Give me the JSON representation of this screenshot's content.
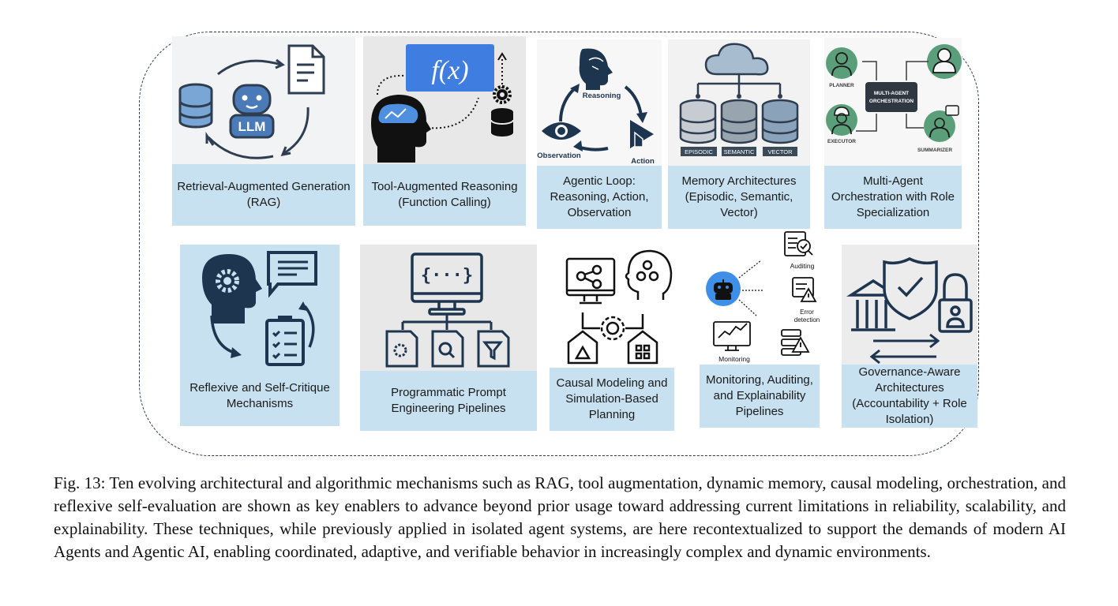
{
  "figure": {
    "panels": [
      {
        "id": "rag",
        "label": "Retrieval-Augmented Generation (RAG)",
        "icon_text": {
          "llm": "LLM"
        },
        "icons": [
          "database-icon",
          "robot-icon",
          "document-icon",
          "cycle-arrows-icon"
        ]
      },
      {
        "id": "tool",
        "label": "Tool-Augmented Reasoning (Function Calling)",
        "icon_text": {
          "fx": "f(x)"
        },
        "icons": [
          "head-brain-icon",
          "function-box-icon",
          "gear-icon",
          "database-icon"
        ]
      },
      {
        "id": "loop",
        "label": "Agentic Loop: Reasoning, Action, Observation",
        "icon_text": {
          "reasoning": "Reasoning",
          "action": "Action",
          "observation": "Observation"
        },
        "icons": [
          "brain-head-icon",
          "cursor-play-icon",
          "eye-icon"
        ]
      },
      {
        "id": "memory",
        "label": "Memory Architectures (Episodic, Semantic, Vector)",
        "icon_text": {
          "episodic": "EPISODIC",
          "semantic": "SEMANTIC",
          "vector": "VECTOR"
        },
        "icons": [
          "cloud-icon",
          "database-icon"
        ]
      },
      {
        "id": "multi",
        "label": "Multi-Agent Orchestration with Role Specialization",
        "icon_text": {
          "center": "MULTI-AGENT ORCHESTRATION",
          "planner": "PLANNER",
          "executor": "EXECUTOR",
          "summarizer": "SUMMARIZER"
        },
        "icons": [
          "planner-avatar-icon",
          "executor-avatar-icon",
          "user-avatar-icon",
          "summarizer-avatar-icon"
        ]
      },
      {
        "id": "reflex",
        "label": "Reflexive and Self-Critique Mechanisms",
        "icons": [
          "gear-head-icon",
          "speech-bubble-icon",
          "clipboard-checklist-icon"
        ]
      },
      {
        "id": "prompt",
        "label": "Programmatic Prompt Engineering Pipelines",
        "icon_text": {
          "code": "{···}"
        },
        "icons": [
          "monitor-code-icon",
          "doc-gear-icon",
          "doc-search-icon",
          "doc-filter-icon"
        ]
      },
      {
        "id": "causal",
        "label": "Causal Modeling and Simulation-Based Planning",
        "icons": [
          "monitor-graph-icon",
          "head-graph-icon",
          "gear-icon",
          "house-icon"
        ]
      },
      {
        "id": "monitor",
        "label": "Monitoring, Auditing, and Explainability Pipelines",
        "icon_text": {
          "auditing": "Auditing",
          "error": "Error detection",
          "monitoring": "Monitoring"
        },
        "icons": [
          "robot-icon",
          "audit-doc-icon",
          "warning-doc-icon",
          "monitor-chart-icon"
        ]
      },
      {
        "id": "gov",
        "label": "Governance-Aware Architectures (Accountability + Role Isolation)",
        "icons": [
          "institution-icon",
          "shield-check-icon",
          "lock-user-icon",
          "exchange-arrows-icon"
        ]
      }
    ],
    "caption": "Fig. 13: Ten evolving architectural and algorithmic mechanisms such as RAG, tool augmentation, dynamic memory, causal modeling, orchestration, and reflexive self-evaluation are shown as key enablers to advance beyond prior usage toward addressing current limitations in reliability, scalability, and explainability. These techniques, while previously applied in isolated agent systems, are here recontextualized to support the demands of modern AI Agents and Agentic AI, enabling coordinated, adaptive, and verifiable behavior in increasingly complex and dynamic environments.",
    "colors": {
      "label_bg": "#c8e1f0",
      "navy": "#1e3550",
      "blue": "#4a7ab8",
      "bright_blue": "#3f7de0",
      "green": "#5a9e7a",
      "frame": "#2a3a4e"
    }
  }
}
